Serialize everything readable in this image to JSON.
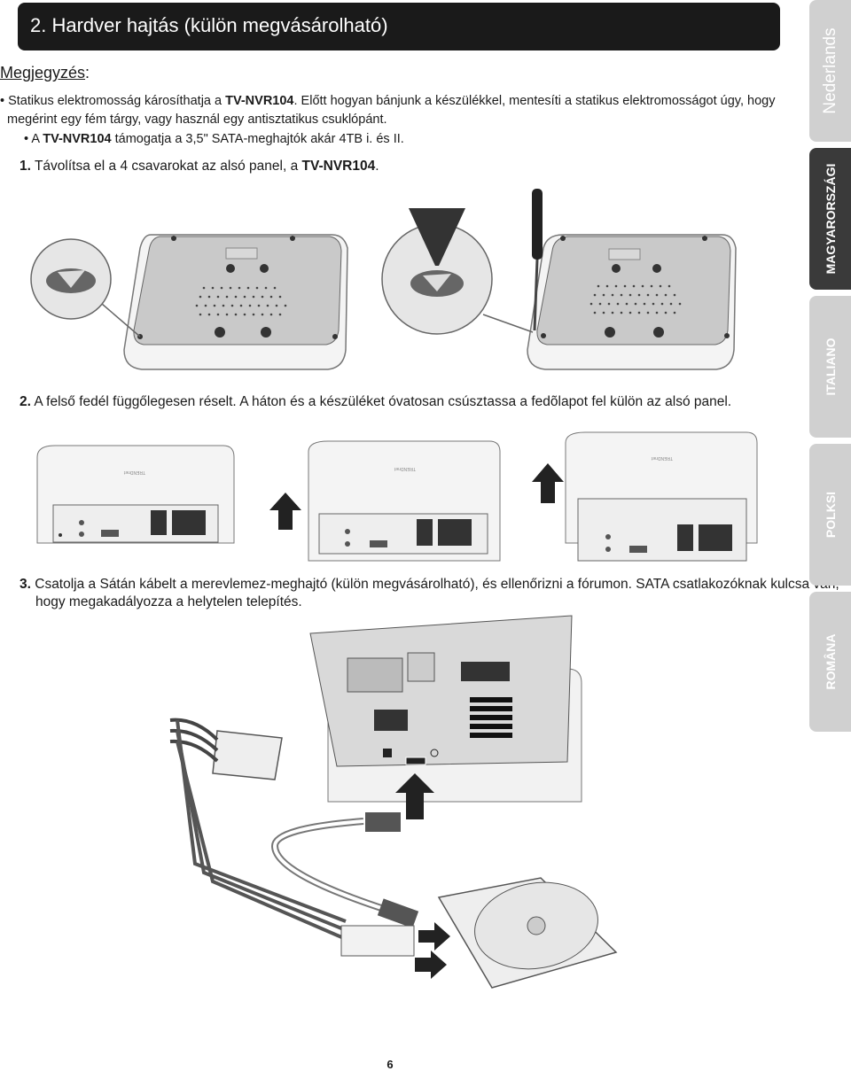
{
  "header": {
    "title": "2. Hardver hajtás (külön megvásárolható)"
  },
  "note": {
    "title": "Megjegyzés",
    "colon": ":",
    "bullet1": {
      "prefix": "Statikus elektromosság károsíthatja a ",
      "model": "TV-NVR104",
      "rest": ". Előtt hogyan bánjunk a készülékkel, mentesíti a statikus elektromosságot úgy, hogy",
      "line2": "megérint egy fém tárgy, vagy használ egy antisztatikus csuklópánt."
    },
    "bullet2": {
      "prefix": "A ",
      "model": "TV-NVR104",
      "rest": " támogatja a 3,5\" SATA-meghajtók akár 4TB i. és II."
    }
  },
  "steps": {
    "s1": {
      "num": "1.",
      "text": " Távolítsa el a 4 csavarokat az alsó panel, a ",
      "model": "TV-NVR104",
      "end": "."
    },
    "s2": {
      "num": "2.",
      "text": " A felső fedél függőlegesen réselt. A háton és a készüléket óvatosan csúsztassa a fedõlapot fel külön az alsó panel."
    },
    "s3": {
      "num": "3.",
      "text": " Csatolja a Sátán kábelt a merevlemez-meghajtó (külön megvásárolható), és ellenőrizni a fórumon. SATA csatlakozóknak kulcsa van,",
      "line2": "hogy megakadályozza a helytelen telepítés."
    }
  },
  "device_logo": "TRENDnet",
  "tabs": [
    "Nederlands",
    "MAGYARORSZÁGI",
    "ITALIANO",
    "POLKSI",
    "ROMÂNA"
  ],
  "page_number": "6"
}
